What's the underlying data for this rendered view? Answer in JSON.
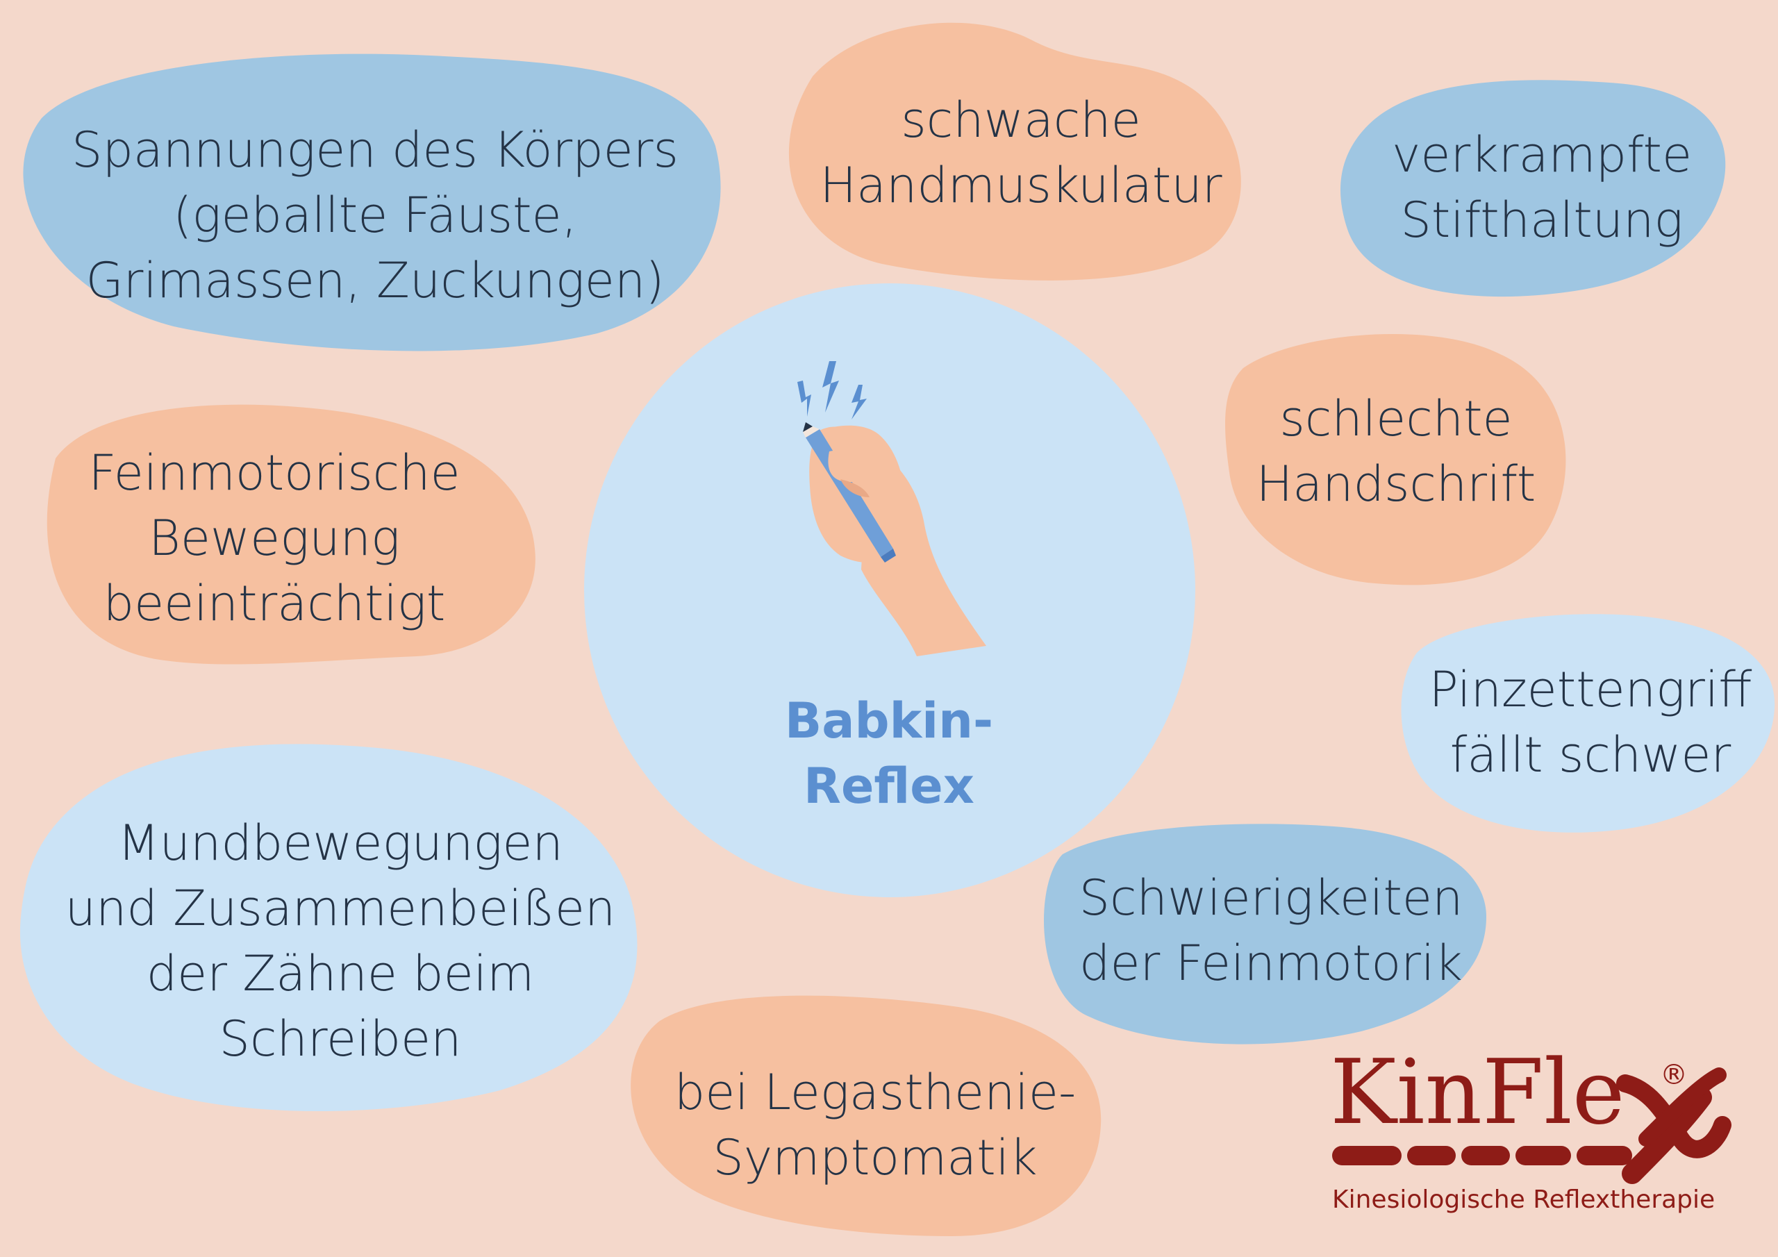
{
  "center": {
    "title": "Babkin-\nReflex",
    "icon": "hand-holding-pencil-icon"
  },
  "bubbles": {
    "spannungen": "Spannungen des Körpers\n(geballte Fäuste,\nGrimassen, Zuckungen)",
    "schwache": "schwache\nHandmuskulatur",
    "verkrampfte": "verkrampfte\nStifthaltung",
    "feinmotorische": "Feinmotorische\nBewegung\nbeeinträchtigt",
    "schlechte": "schlechte\nHandschrift",
    "pinzetten": "Pinzettengriff\nfällt schwer",
    "mund": "Mundbewegungen\nund Zusammenbeißen\nder Zähne beim\nSchreiben",
    "schwierig": "Schwierigkeiten\nder Feinmotorik",
    "legasthenie": "bei Legasthenie-\nSymptomatik"
  },
  "logo": {
    "wordmark": "KinFle",
    "registered": "®",
    "subtitle": "Kinesiologische Reflextherapie"
  },
  "colors": {
    "background": "#f4d8cb",
    "blob_blue": "#9fc6e2",
    "blob_light_blue": "#cbe3f6",
    "blob_orange": "#f6c0a0",
    "text": "#243346",
    "accent": "#5b8fd0",
    "logo": "#8e1c17"
  }
}
